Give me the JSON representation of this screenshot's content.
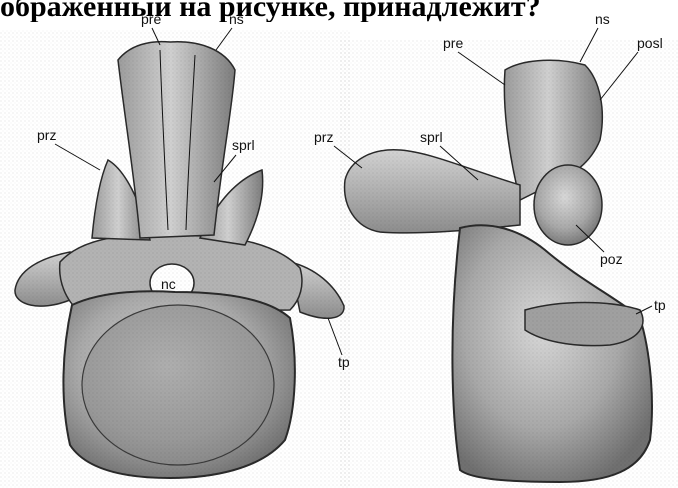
{
  "heading": "ображенный на рисунке, принадлежит?",
  "figures": {
    "left": {
      "labels": {
        "pre": "pre",
        "ns": "ns",
        "prz": "prz",
        "sprl": "sprl",
        "nc": "nc",
        "tp": "tp"
      }
    },
    "right": {
      "labels": {
        "pre": "pre",
        "ns": "ns",
        "posl": "posl",
        "prz": "prz",
        "sprl": "sprl",
        "poz": "poz",
        "tp": "tp"
      }
    }
  },
  "colors": {
    "bone_light": "#c9c9c9",
    "bone_mid": "#a6a6a6",
    "bone_dark": "#6e6e6e",
    "outline": "#2a2a2a"
  }
}
